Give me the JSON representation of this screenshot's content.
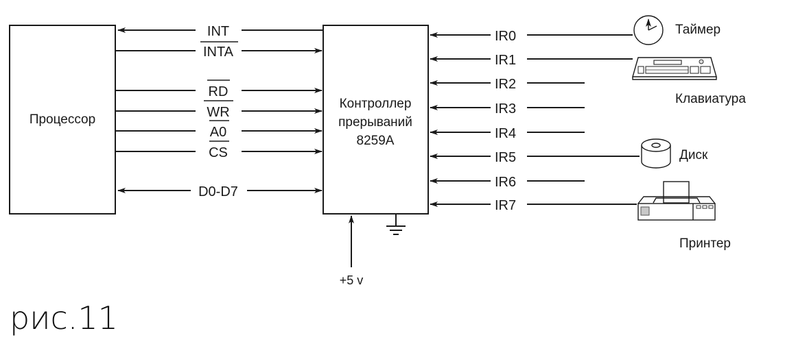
{
  "figure_caption": "рис.11",
  "processor": {
    "label": "Процессор"
  },
  "controller": {
    "line1": "Контроллер",
    "line2": "прерываний",
    "line3": "8259A"
  },
  "power": {
    "label": "+5 v"
  },
  "cpu_signals": [
    {
      "name": "INT",
      "direction": "to-processor",
      "overbar": false
    },
    {
      "name": "INTA",
      "direction": "to-controller",
      "overbar": true
    },
    {
      "name": "RD",
      "direction": "to-controller",
      "overbar": true
    },
    {
      "name": "WR",
      "direction": "to-controller",
      "overbar": true
    },
    {
      "name": "A0",
      "direction": "to-controller",
      "overbar": true
    },
    {
      "name": "CS",
      "direction": "to-controller",
      "overbar": true
    },
    {
      "name": "D0-D7",
      "direction": "bidirectional",
      "overbar": false
    }
  ],
  "ir_lines": [
    {
      "name": "IR0",
      "device": "Таймер"
    },
    {
      "name": "IR1",
      "device": "Клавиатура"
    },
    {
      "name": "IR2",
      "device": ""
    },
    {
      "name": "IR3",
      "device": ""
    },
    {
      "name": "IR4",
      "device": ""
    },
    {
      "name": "IR5",
      "device": "Диск"
    },
    {
      "name": "IR6",
      "device": ""
    },
    {
      "name": "IR7",
      "device": "Принтер"
    }
  ],
  "devices": {
    "timer": "Таймер",
    "keyboard": "Клавиатура",
    "disk": "Диск",
    "printer": "Принтер"
  }
}
